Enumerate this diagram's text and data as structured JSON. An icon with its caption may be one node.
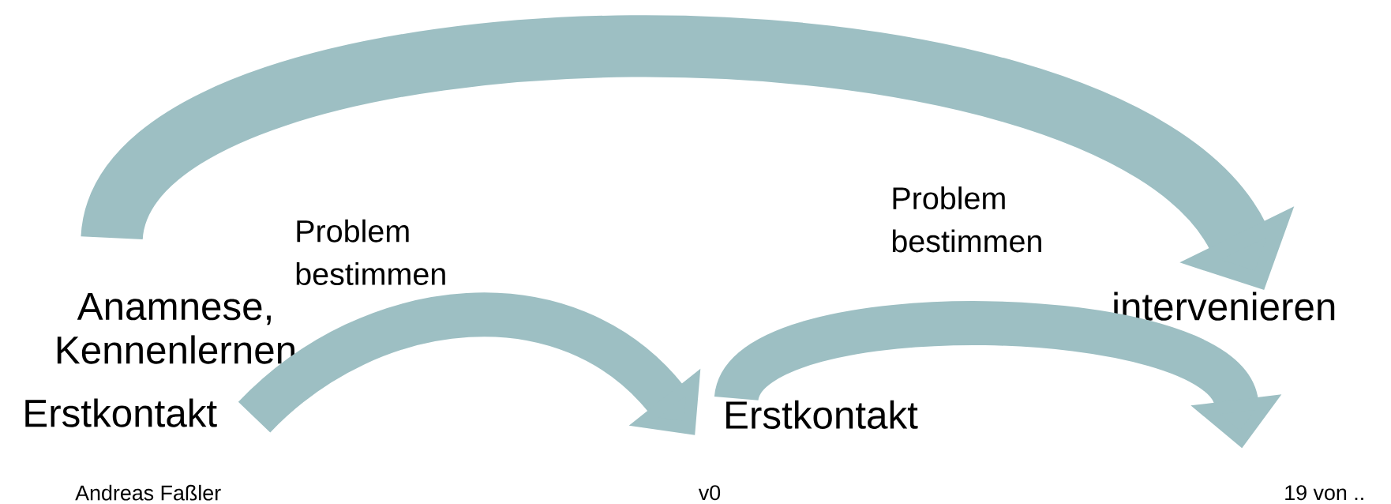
{
  "diagram": {
    "nodes": [
      {
        "text": [
          "Anamnese, Kennenlernen"
        ]
      },
      {
        "text": [
          "Erstkontakt"
        ]
      },
      {
        "text": [
          "Erstkontakt"
        ]
      },
      {
        "text": [
          "intervenieren"
        ]
      }
    ],
    "edges": [
      {
        "from": 0,
        "to": 3,
        "arrow": "to"
      },
      {
        "from": 1,
        "to": 2,
        "arrow": "to",
        "label": "Problem bestimmen"
      },
      {
        "from": 2,
        "to": null,
        "arrow": "to",
        "label": "Problem bestimmen"
      }
    ],
    "labels": [
      "Andreas Faßler",
      "v0",
      "19 von .."
    ]
  }
}
